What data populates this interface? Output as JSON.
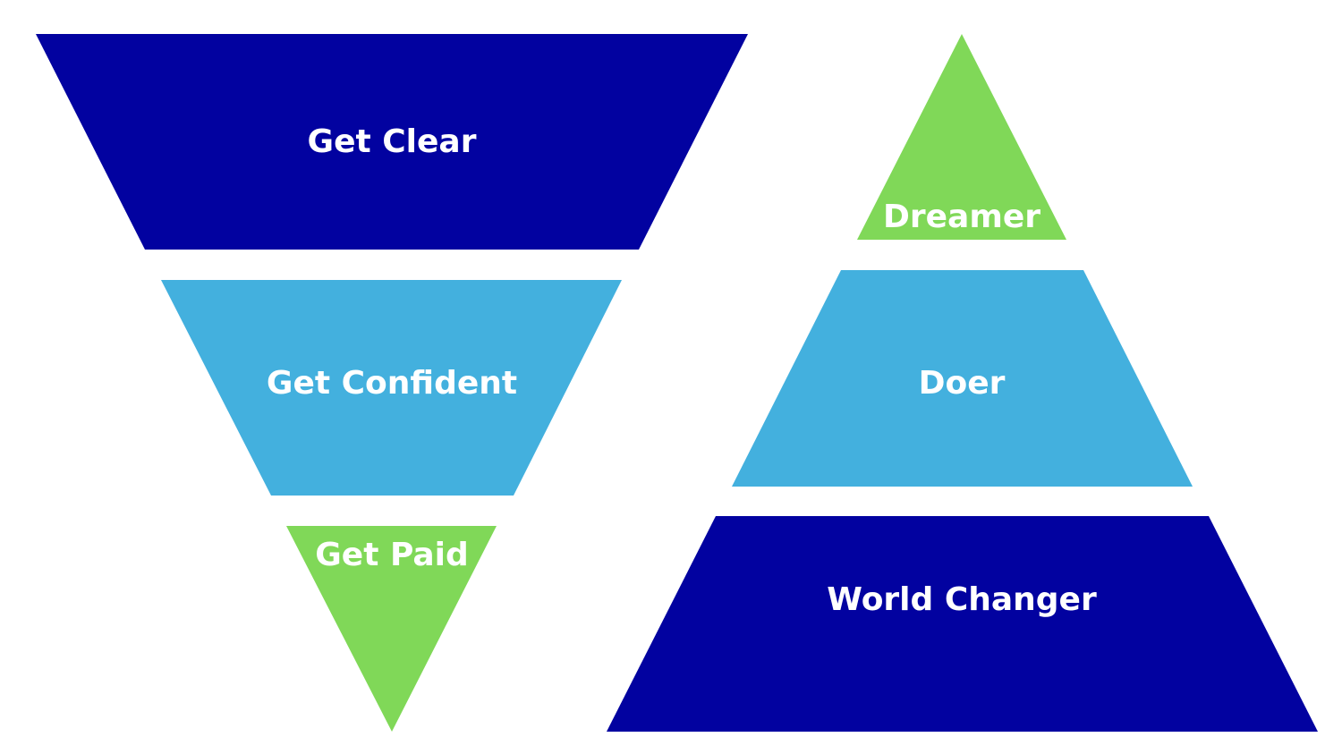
{
  "colors": {
    "dark_blue": "#0202A0",
    "light_blue": "#43B0DE",
    "green": "#80D858",
    "text": "#ffffff"
  },
  "funnel": {
    "levels": [
      {
        "label": "Get Clear",
        "color": "dark_blue"
      },
      {
        "label": "Get Confident",
        "color": "light_blue"
      },
      {
        "label": "Get Paid",
        "color": "green"
      }
    ]
  },
  "pyramid": {
    "levels": [
      {
        "label": "Dreamer",
        "color": "green"
      },
      {
        "label": "Doer",
        "color": "light_blue"
      },
      {
        "label": "World Changer",
        "color": "dark_blue"
      }
    ]
  }
}
